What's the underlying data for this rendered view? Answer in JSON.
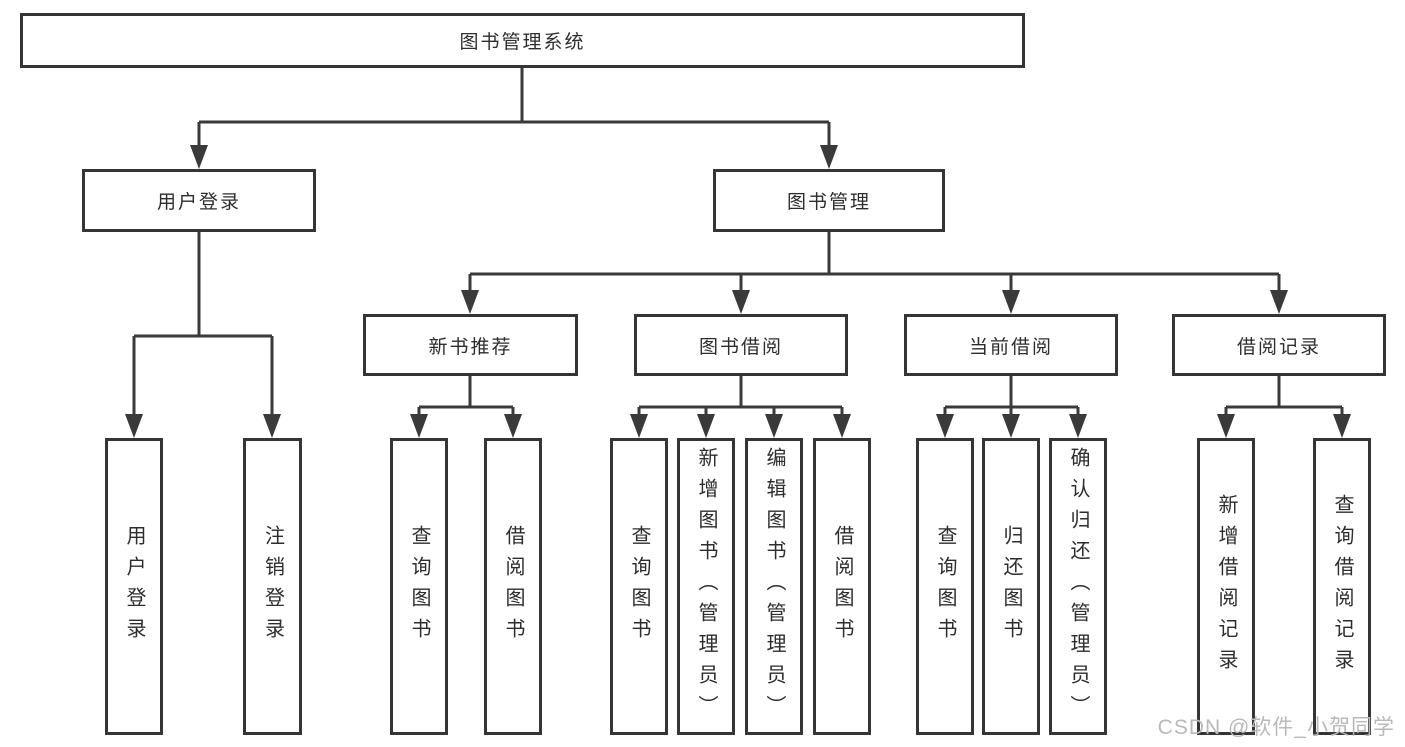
{
  "diagram": {
    "title": "图书管理系统",
    "colors": {
      "line": "#3a3a3a",
      "box_border": "#353535",
      "text": "#2d2d2d",
      "watermark": "#b9b9b9",
      "background": "#ffffff"
    },
    "root": {
      "label": "图书管理系统"
    },
    "level2": {
      "user_login": {
        "label": "用户登录"
      },
      "book_mgmt": {
        "label": "图书管理"
      }
    },
    "level3": {
      "new_books": {
        "label": "新书推荐"
      },
      "book_borrow": {
        "label": "图书借阅"
      },
      "current_borrow": {
        "label": "当前借阅"
      },
      "borrow_records": {
        "label": "借阅记录"
      }
    },
    "leaves": {
      "user_login_leaf": "用户登录",
      "logout": "注销登录",
      "nb_query": "查询图书",
      "nb_borrow": "借阅图书",
      "bb_query": "查询图书",
      "bb_add": "新增图书（管理员）",
      "bb_edit": "编辑图书（管理员）",
      "bb_borrow": "借阅图书",
      "cur_query": "查询图书",
      "cur_return": "归还图书",
      "cur_confirm": "确认归还（管理员）",
      "rec_add": "新增借阅记录",
      "rec_query": "查询借阅记录"
    },
    "watermark": "CSDN @软件_小贺同学"
  }
}
